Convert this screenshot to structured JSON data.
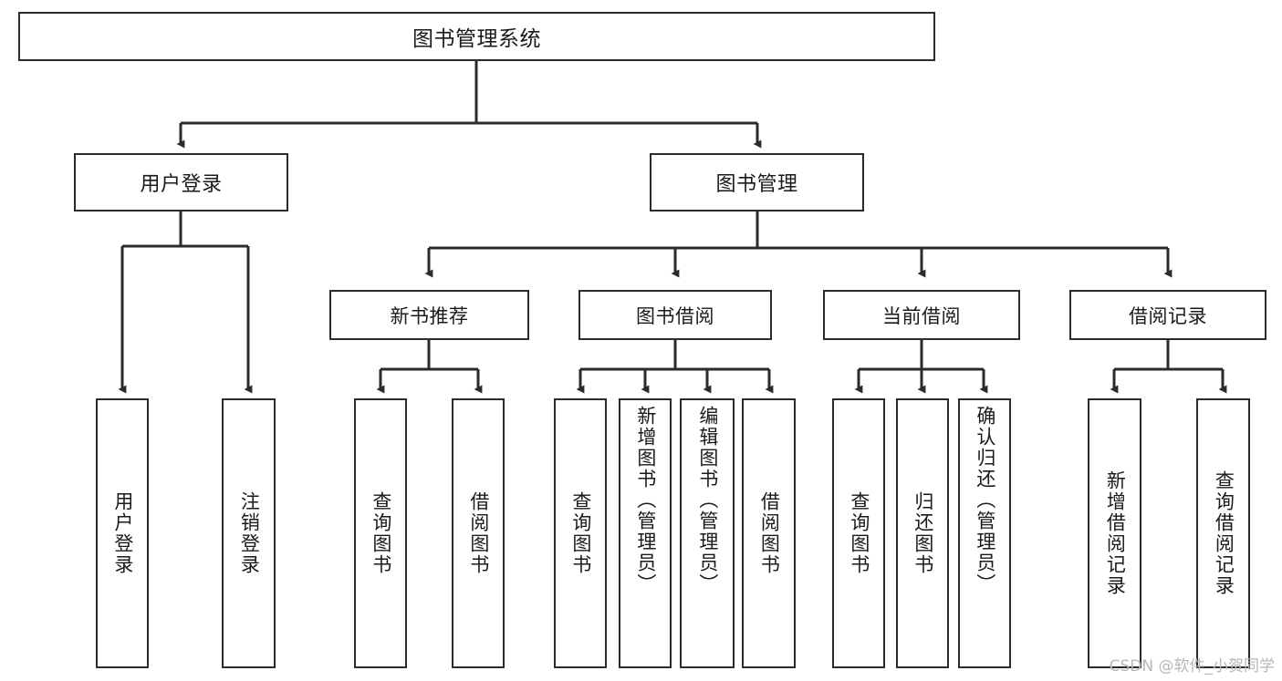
{
  "diagram": {
    "title": "图书管理系统",
    "type": "tree-hierarchy",
    "root": {
      "label": "图书管理系统"
    },
    "level2": [
      {
        "label": "用户登录"
      },
      {
        "label": "图书管理"
      }
    ],
    "level3": [
      {
        "label": "新书推荐"
      },
      {
        "label": "图书借阅"
      },
      {
        "label": "当前借阅"
      },
      {
        "label": "借阅记录"
      }
    ],
    "leaves": {
      "user_login": [
        {
          "label": "用户登录"
        },
        {
          "label": "注销登录"
        }
      ],
      "new_book_recommend": [
        {
          "label": "查询图书"
        },
        {
          "label": "借阅图书"
        }
      ],
      "book_borrow": [
        {
          "label": "查询图书"
        },
        {
          "label": "新增图书（管理员）"
        },
        {
          "label": "编辑图书（管理员）"
        },
        {
          "label": "借阅图书"
        }
      ],
      "current_borrow": [
        {
          "label": "查询图书"
        },
        {
          "label": "归还图书"
        },
        {
          "label": "确认归还（管理员）"
        }
      ],
      "borrow_record": [
        {
          "label": "新增借阅记录"
        },
        {
          "label": "查询借阅记录"
        }
      ]
    }
  },
  "watermark": {
    "text": "CSDN @软件_小贺同学"
  },
  "colors": {
    "stroke": "#2b2b2b",
    "background": "#ffffff",
    "text": "#1a1a1a",
    "watermark": "#b7b7b7"
  }
}
